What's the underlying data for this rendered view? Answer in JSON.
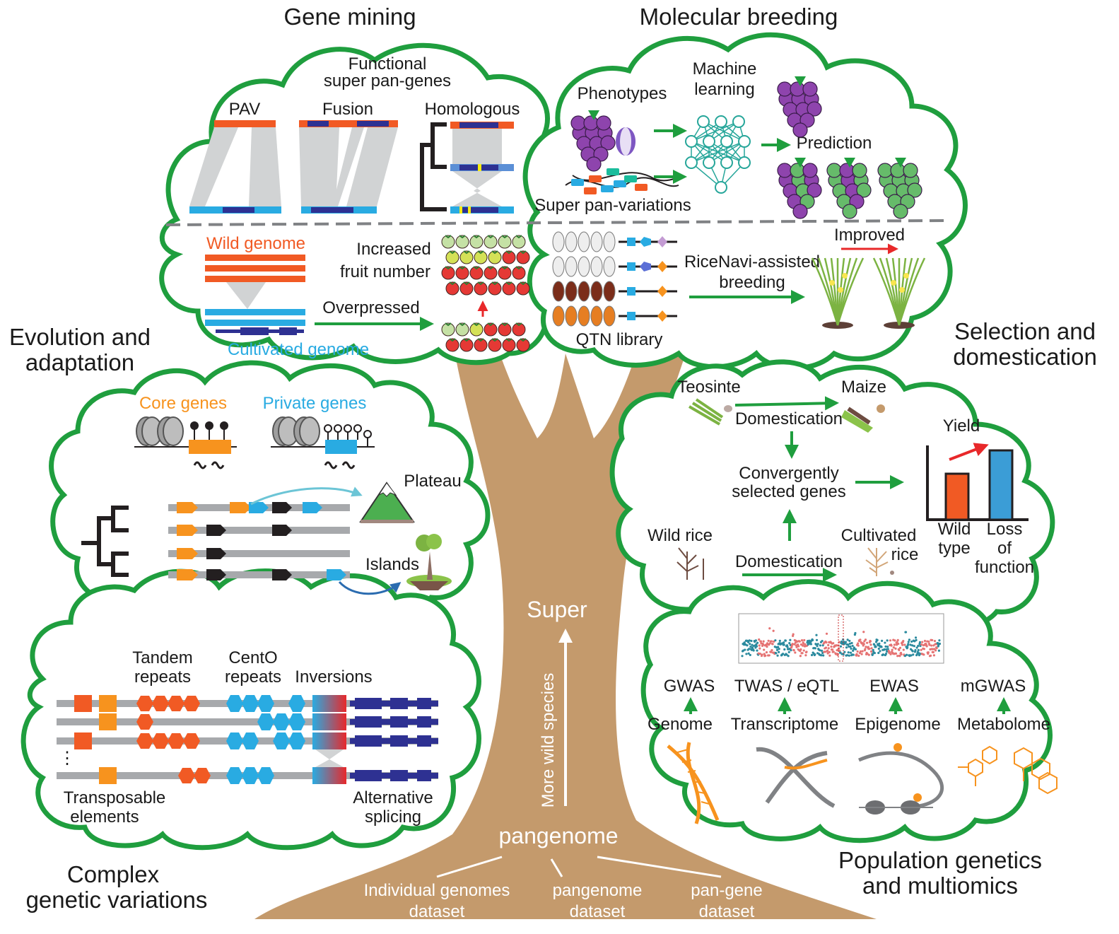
{
  "colors": {
    "cloud_stroke": "#1f9e3e",
    "trunk": "#c49a6c",
    "orange": "#f15a24",
    "blue": "#29abe2",
    "navy": "#2e3192",
    "gold": "#f7931e",
    "grape": "#8e44ad",
    "arrow_green": "#1f9e3e",
    "arrow_red": "#e8282a"
  },
  "trunk": {
    "super": "Super",
    "pangenome": "pangenome",
    "more_wild": "More wild species",
    "datasets": [
      "Individual genomes",
      "dataset",
      "pangenome",
      "dataset",
      "pan-gene",
      "dataset"
    ]
  },
  "sections": {
    "gene_mining": "Gene mining",
    "molecular_breeding": "Molecular breeding",
    "evolution": [
      "Evolution and",
      "adaptation"
    ],
    "selection": [
      "Selection and",
      "domestication"
    ],
    "complex": [
      "Complex",
      "genetic variations"
    ],
    "population": [
      "Population genetics",
      "and multiomics"
    ]
  },
  "gene_mining": {
    "functional": [
      "Functional",
      "super pan-genes"
    ],
    "pav": "PAV",
    "fusion": "Fusion",
    "homologous": "Homologous",
    "wild_genome": "Wild genome",
    "cultivated_genome": "Cultivated genome",
    "overpressed": "Overpressed",
    "increased": [
      "Increased",
      "fruit number"
    ]
  },
  "breeding": {
    "phenotypes": "Phenotypes",
    "machine": [
      "Machine",
      "learning"
    ],
    "prediction": "Prediction",
    "super_pan_variations": "Super pan-variations",
    "improved": "Improved",
    "ricenavi": [
      "RiceNavi-assisted",
      "breeding"
    ],
    "qtn": "QTN library"
  },
  "evolution": {
    "core": "Core genes",
    "private": "Private genes",
    "plateau": "Plateau",
    "islands": "Islands"
  },
  "selection": {
    "teosinte": "Teosinte",
    "maize": "Maize",
    "domestication": "Domestication",
    "convergent": [
      "Convergently",
      "selected genes"
    ],
    "wild_rice": "Wild rice",
    "cultivated_rice": [
      "Cultivated",
      "rice"
    ],
    "yield": "Yield",
    "wild_type": [
      "Wild",
      "type"
    ],
    "loss": [
      "Loss",
      "of",
      "function"
    ]
  },
  "complex": {
    "tandem": [
      "Tandem",
      "repeats"
    ],
    "cento": [
      "CentO",
      "repeats"
    ],
    "inversions": "Inversions",
    "transposable": [
      "Transposable",
      "elements"
    ],
    "alternative": [
      "Alternative",
      "splicing"
    ],
    "ellipsis": "⋮"
  },
  "population": {
    "gwas": "GWAS",
    "twas": "TWAS / eQTL",
    "ewas": "EWAS",
    "mgwas": "mGWAS",
    "genome": "Genome",
    "transcriptome": "Transcriptome",
    "epigenome": "Epigenome",
    "metabolome": "Metabolome"
  }
}
